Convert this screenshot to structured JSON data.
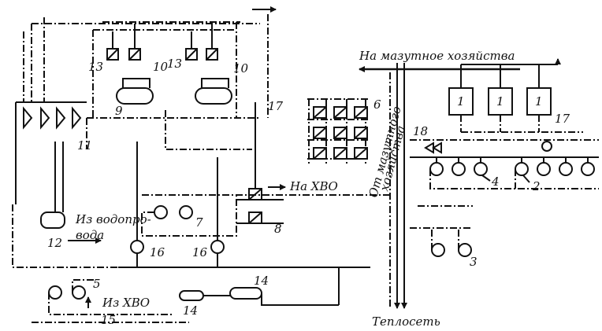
{
  "labels": {
    "mazut_out": "На мазутное хозяйства",
    "from_mazut_1": "От мазутного",
    "from_mazut_2": "хозяйства",
    "to_hvo": "На ХВО",
    "from_water_1": "Из водопро-",
    "from_water_2": "вода",
    "from_hvo": "Из ХВО",
    "heat_net": "Теплосеть"
  },
  "numbers": {
    "n1": "1",
    "n2": "2",
    "n3": "3",
    "n4": "4",
    "n5": "5",
    "n6": "6",
    "n7": "7",
    "n8": "8",
    "n9": "9",
    "n10": "10",
    "n11": "11",
    "n12": "12",
    "n13": "13",
    "n14": "14",
    "n15": "15",
    "n16": "16",
    "n17": "17",
    "n18": "18"
  }
}
